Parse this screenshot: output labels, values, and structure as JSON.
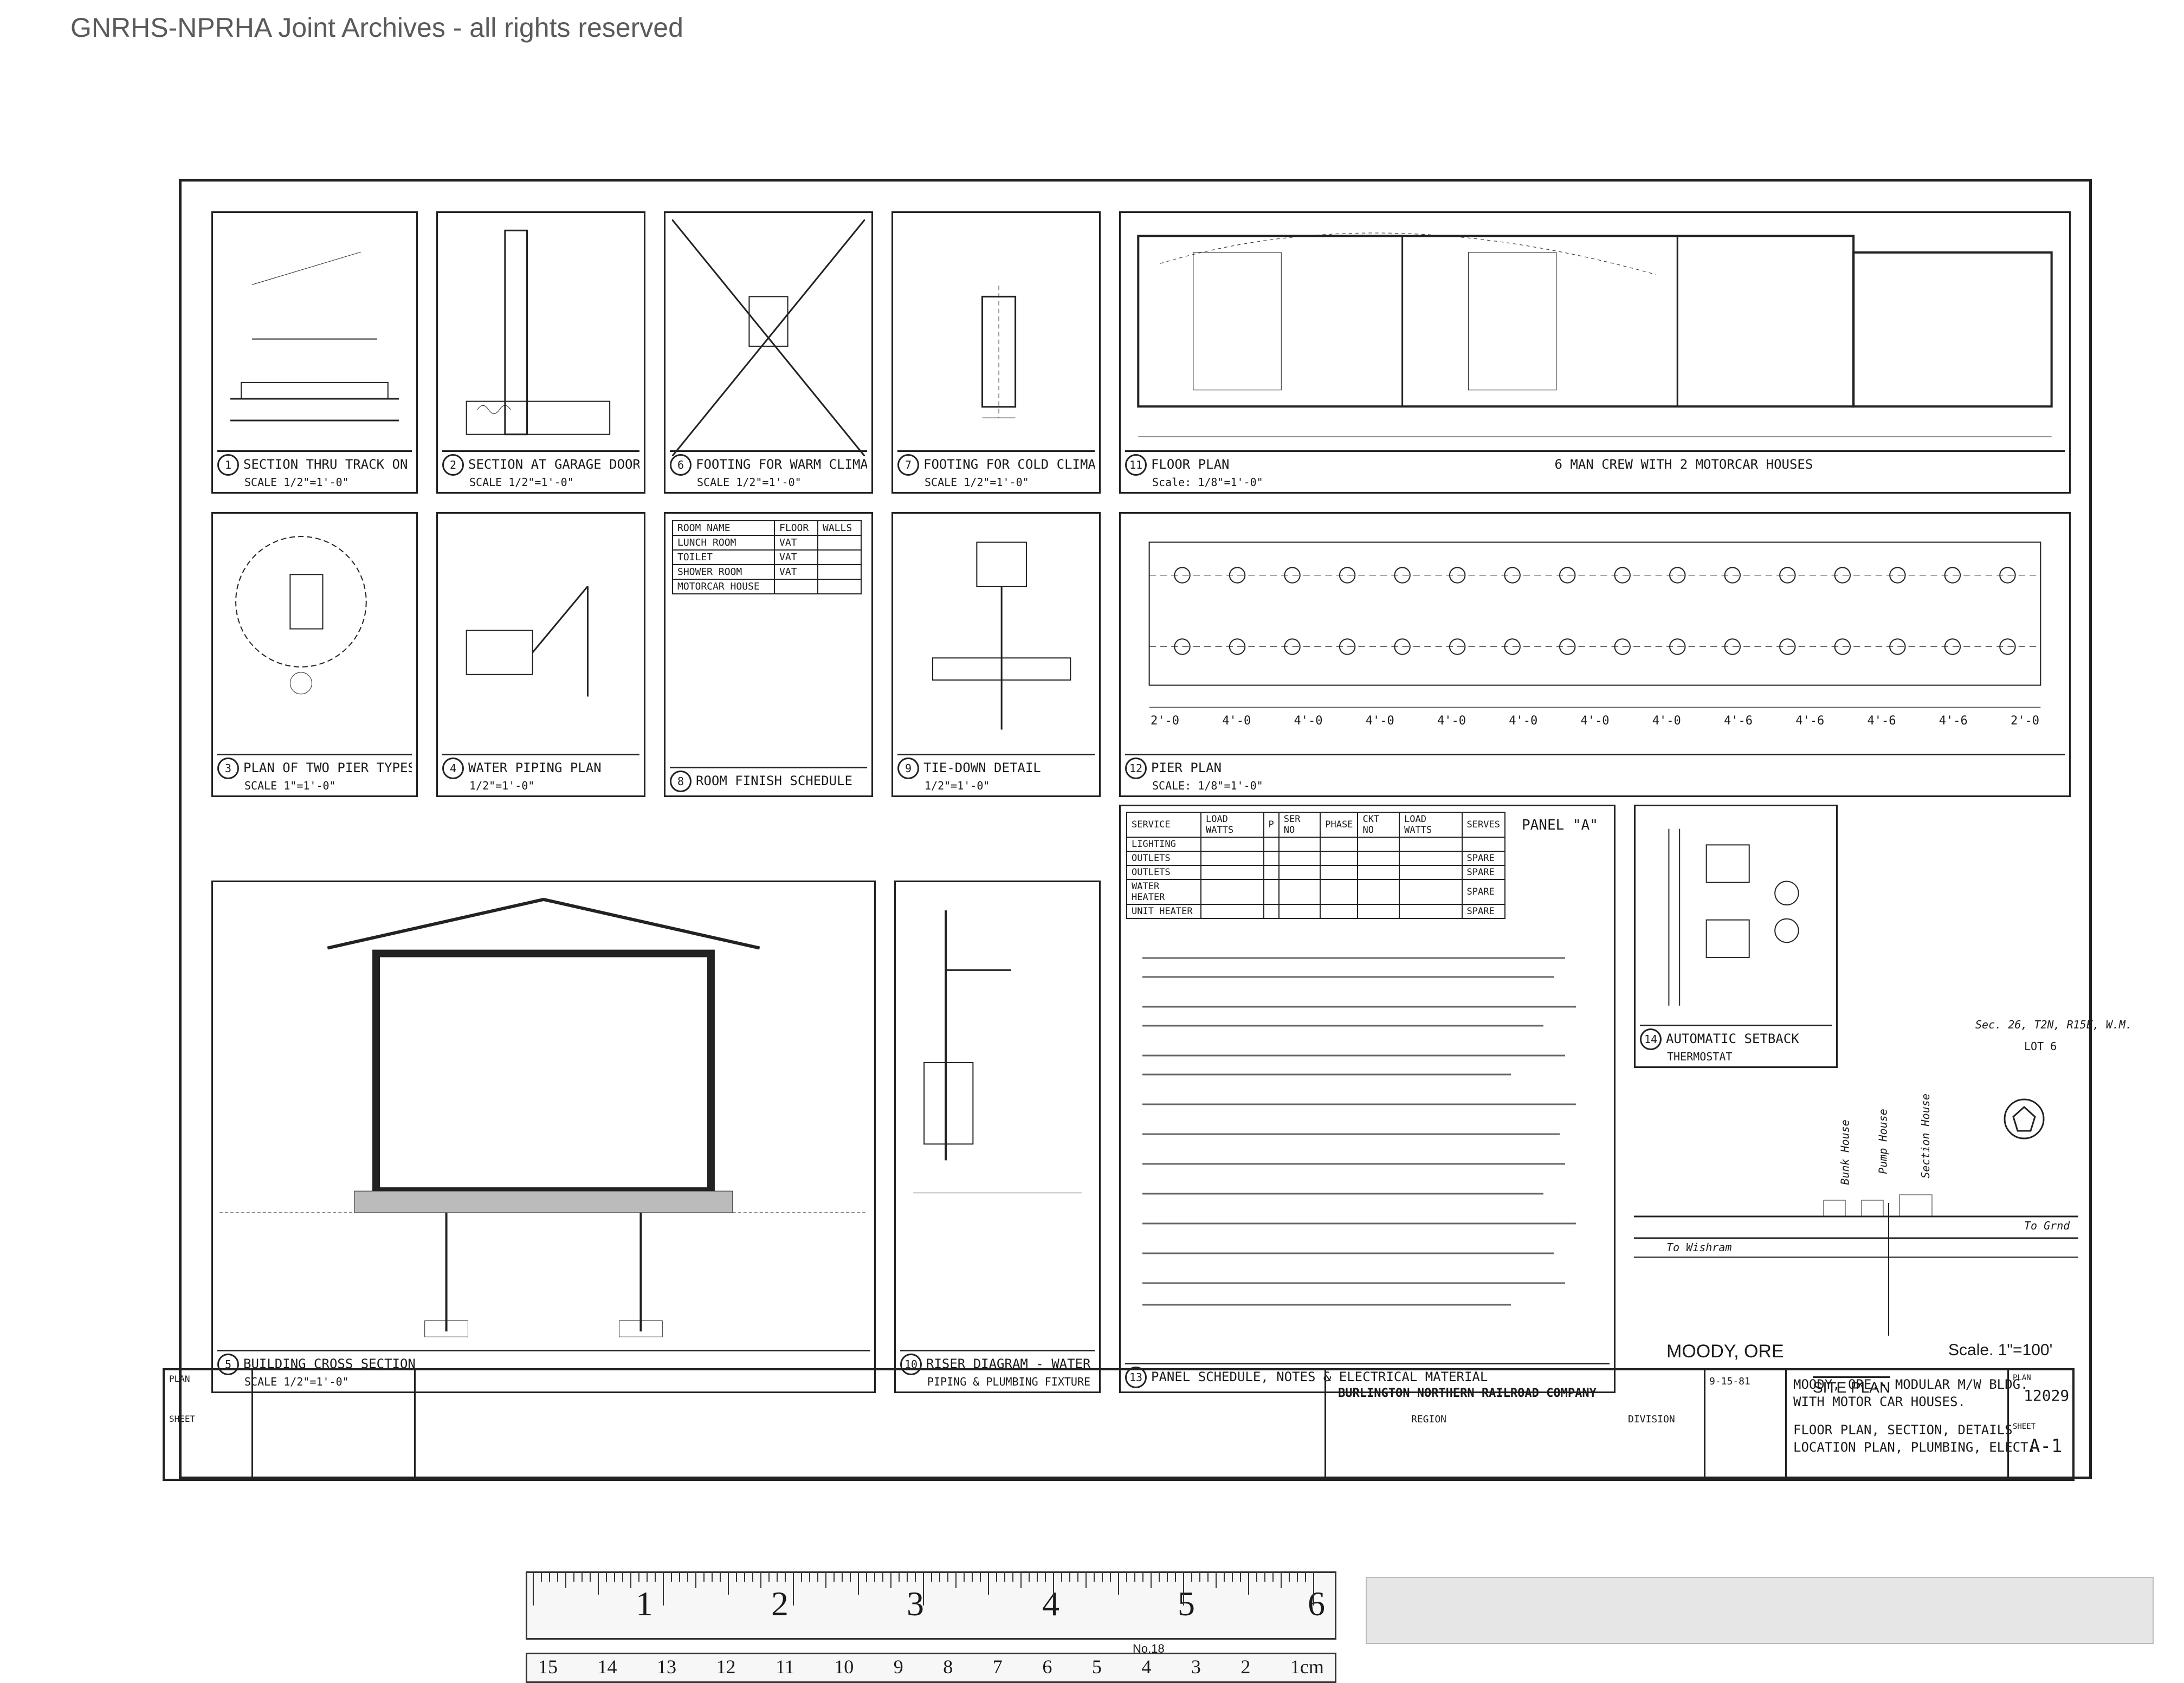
{
  "watermark": "GNRHS-NPRHA Joint Archives - all rights reserved",
  "panels": {
    "p1": {
      "num": "1",
      "title": "SECTION THRU TRACK ON FLOOR",
      "scale": "SCALE 1/2\"=1'-0\""
    },
    "p2": {
      "num": "2",
      "title": "SECTION AT GARAGE DOOR SILL",
      "scale": "SCALE 1/2\"=1'-0\""
    },
    "p6": {
      "num": "6",
      "title": "FOOTING FOR WARM CLIMATES",
      "scale": "SCALE 1/2\"=1'-0\""
    },
    "p7": {
      "num": "7",
      "title": "FOOTING FOR COLD CLIMATES",
      "scale": "SCALE 1/2\"=1'-0\""
    },
    "p11": {
      "num": "11",
      "title": "FLOOR PLAN",
      "subtitle": "6 MAN CREW WITH 2 MOTORCAR HOUSES",
      "scale": "Scale: 1/8\"=1'-0\""
    },
    "p3": {
      "num": "3",
      "title": "PLAN OF TWO PIER TYPES",
      "scale": "SCALE 1\"=1'-0\""
    },
    "p4": {
      "num": "4",
      "title": "WATER PIPING PLAN",
      "scale": "1/2\"=1'-0\""
    },
    "p8": {
      "num": "8",
      "title": "ROOM FINISH SCHEDULE",
      "scale": ""
    },
    "p9": {
      "num": "9",
      "title": "TIE-DOWN DETAIL",
      "scale": "1/2\"=1'-0\""
    },
    "p12": {
      "num": "12",
      "title": "PIER PLAN",
      "scale": "SCALE: 1/8\"=1'-0\""
    },
    "p5": {
      "num": "5",
      "title": "BUILDING CROSS SECTION",
      "scale": "SCALE 1/2\"=1'-0\""
    },
    "p10": {
      "num": "10",
      "title": "RISER DIAGRAM - WATER HEATER",
      "scale": "PIPING & PLUMBING FIXTURE SPECS."
    },
    "p13": {
      "num": "13",
      "title": "PANEL SCHEDULE, NOTES & ELECTRICAL MATERIAL",
      "scale": ""
    },
    "p14": {
      "num": "14",
      "title": "AUTOMATIC SETBACK",
      "scale": "THERMOSTAT"
    }
  },
  "room_finish": {
    "headers": [
      "ROOM NAME",
      "FLOOR",
      "WALLS"
    ],
    "rows": [
      [
        "LUNCH ROOM",
        "VAT",
        ""
      ],
      [
        "TOILET",
        "VAT",
        ""
      ],
      [
        "SHOWER ROOM",
        "VAT",
        ""
      ],
      [
        "MOTORCAR HOUSE",
        "",
        ""
      ]
    ]
  },
  "panel_schedule": {
    "headers": [
      "SERVICE",
      "LOAD WATTS",
      "P",
      "SER NO",
      "PHASE",
      "CKT NO",
      "LOAD WATTS",
      "SERVES"
    ],
    "rows": [
      [
        "LIGHTING",
        "",
        "",
        "",
        "",
        "",
        "",
        ""
      ],
      [
        "OUTLETS",
        "",
        "",
        "",
        "",
        "",
        "",
        "SPARE"
      ],
      [
        "OUTLETS",
        "",
        "",
        "",
        "",
        "",
        "",
        "SPARE"
      ],
      [
        "WATER HEATER",
        "",
        "",
        "",
        "",
        "",
        "",
        "SPARE"
      ],
      [
        "UNIT HEATER",
        "",
        "",
        "",
        "",
        "",
        "",
        "SPARE"
      ]
    ],
    "panel_label": "PANEL \"A\""
  },
  "pier_plan": {
    "dims": [
      "2'-0",
      "4'-0",
      "4'-0",
      "4'-0",
      "4'-0",
      "4'-0",
      "4'-0",
      "4'-0",
      "4'-6",
      "4'-6",
      "4'-6",
      "4'-6",
      "2'-0"
    ]
  },
  "site_plan": {
    "location": "MOODY, ORE",
    "scale": "Scale. 1\"=100'",
    "title": "SITE PLAN",
    "section": "Sec. 26, T2N, R15E, W.M.",
    "lot": "LOT 6",
    "bunk_house": "Bunk House",
    "pump_house": "Pump House",
    "section_house": "Section House",
    "to_wishram": "To Wishram",
    "to_grnd": "To Grnd"
  },
  "title_block": {
    "company": "BURLINGTON NORTHERN RAILROAD COMPANY",
    "region": "REGION",
    "division": "DIVISION",
    "date": "9-15-81",
    "title_line1": "MOODY, ORE.- MODULAR M/W BLDG.",
    "title_line2": "WITH MOTOR CAR HOUSES.",
    "title_line3": "FLOOR PLAN, SECTION, DETAILS",
    "title_line4": "LOCATION PLAN, PLUMBING, ELECT.",
    "plan_label": "PLAN",
    "plan_no": "12029",
    "sheet_label": "SHEET",
    "sheet_no": "A-1",
    "plan_side": "PLAN",
    "sheet_side": "SHEET"
  },
  "ruler": {
    "inch_labels": [
      "1",
      "2",
      "3",
      "4",
      "5",
      "6"
    ],
    "cm_labels": [
      "15",
      "14",
      "13",
      "12",
      "11",
      "10",
      "9",
      "8",
      "7",
      "6",
      "5",
      "4",
      "3",
      "2",
      "1cm"
    ],
    "model": "No.18"
  }
}
